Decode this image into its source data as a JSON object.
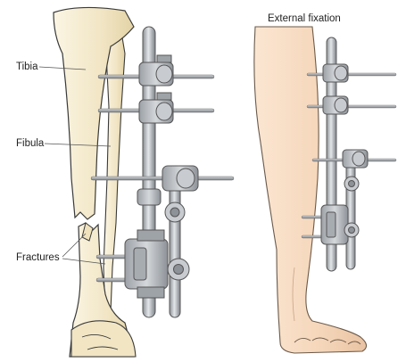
{
  "title": "External fixation",
  "labels": {
    "tibia": "Tibia",
    "fibula": "Fibula",
    "fractures": "Fractures"
  },
  "colors": {
    "bone": "#f3e9cc",
    "bone_outline": "#3a3a3a",
    "skin": "#f7dcc2",
    "skin_outline": "#6b5a4a",
    "metal": "#b9bdc2",
    "metal_dark": "#6f747a",
    "leader": "#555555"
  }
}
